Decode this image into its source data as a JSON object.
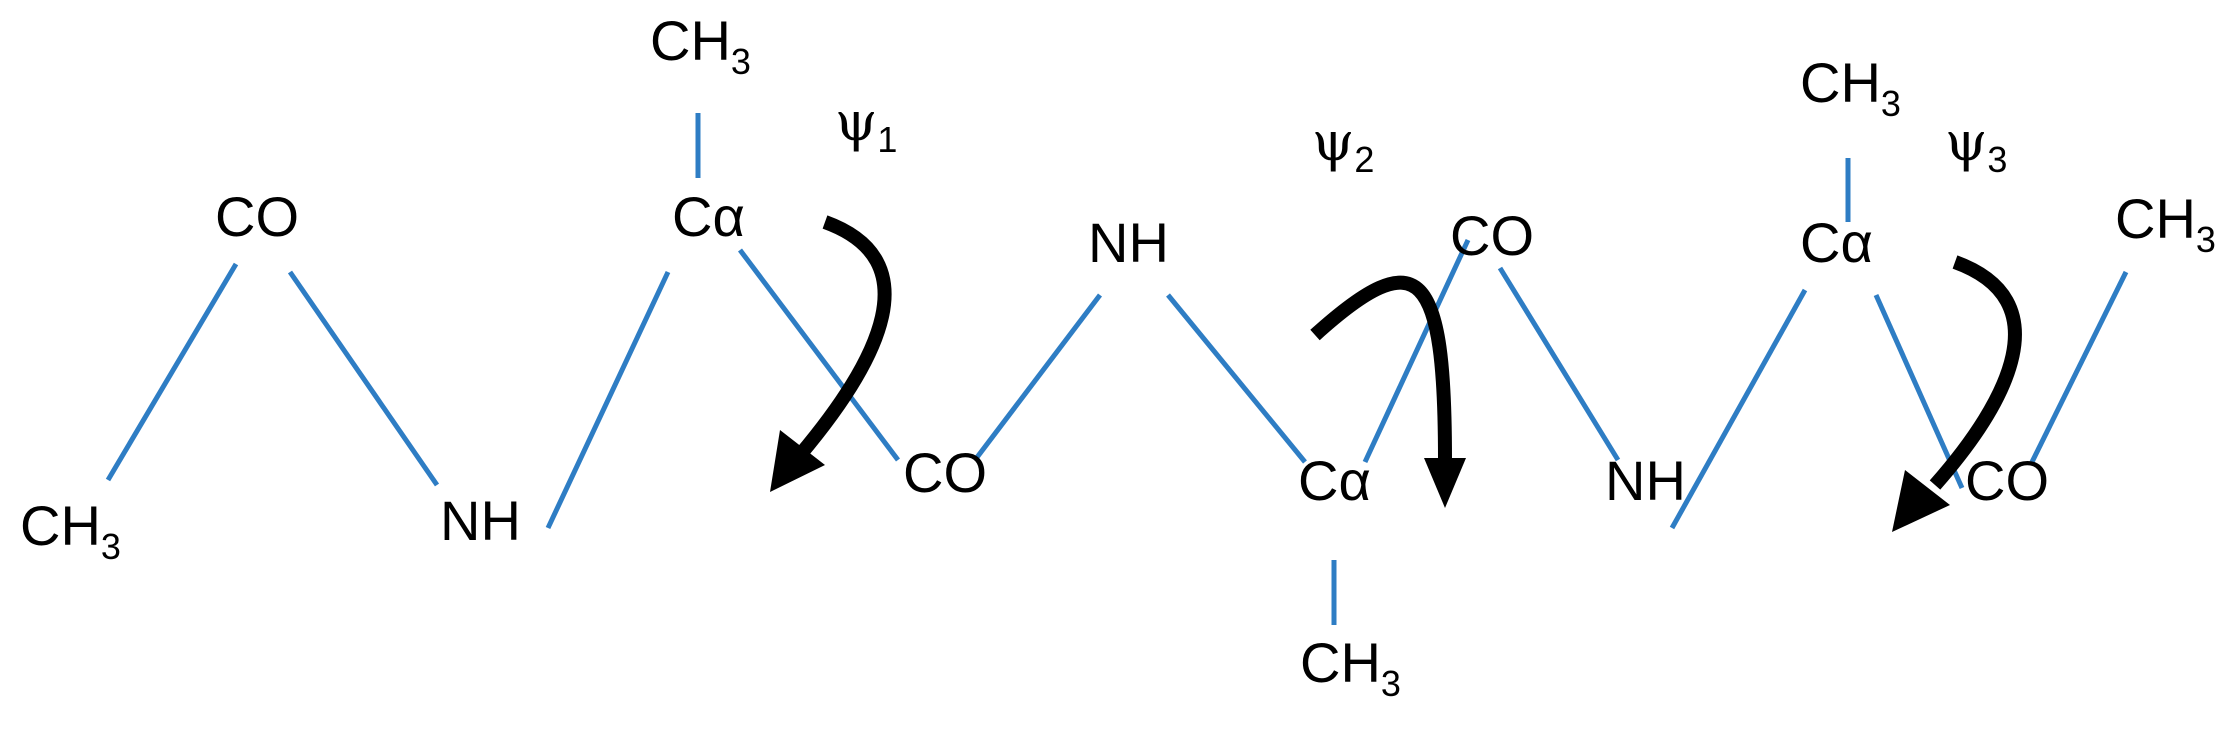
{
  "colors": {
    "bond": "#2e7dc4",
    "arrow": "#000000",
    "text": "#000000",
    "background": "#ffffff"
  },
  "atoms": {
    "ch3_a": {
      "main": "CH",
      "sub": "3"
    },
    "co_a": {
      "main": "CO"
    },
    "nh_a": {
      "main": "NH"
    },
    "ca_1": {
      "main": "Cα"
    },
    "ch3_b": {
      "main": "CH",
      "sub": "3"
    },
    "co_b": {
      "main": "CO"
    },
    "nh_b": {
      "main": "NH"
    },
    "ca_2": {
      "main": "Cα"
    },
    "ch3_c": {
      "main": "CH",
      "sub": "3"
    },
    "co_c": {
      "main": "CO"
    },
    "nh_c": {
      "main": "NH"
    },
    "ca_3": {
      "main": "Cα"
    },
    "ch3_d": {
      "main": "CH",
      "sub": "3"
    },
    "co_d": {
      "main": "CO"
    },
    "ch3_e": {
      "main": "CH",
      "sub": "3"
    }
  },
  "torsions": {
    "psi1": {
      "symbol": "ψ",
      "sub": "1"
    },
    "psi2": {
      "symbol": "ψ",
      "sub": "2"
    },
    "psi3": {
      "symbol": "ψ",
      "sub": "3"
    }
  }
}
